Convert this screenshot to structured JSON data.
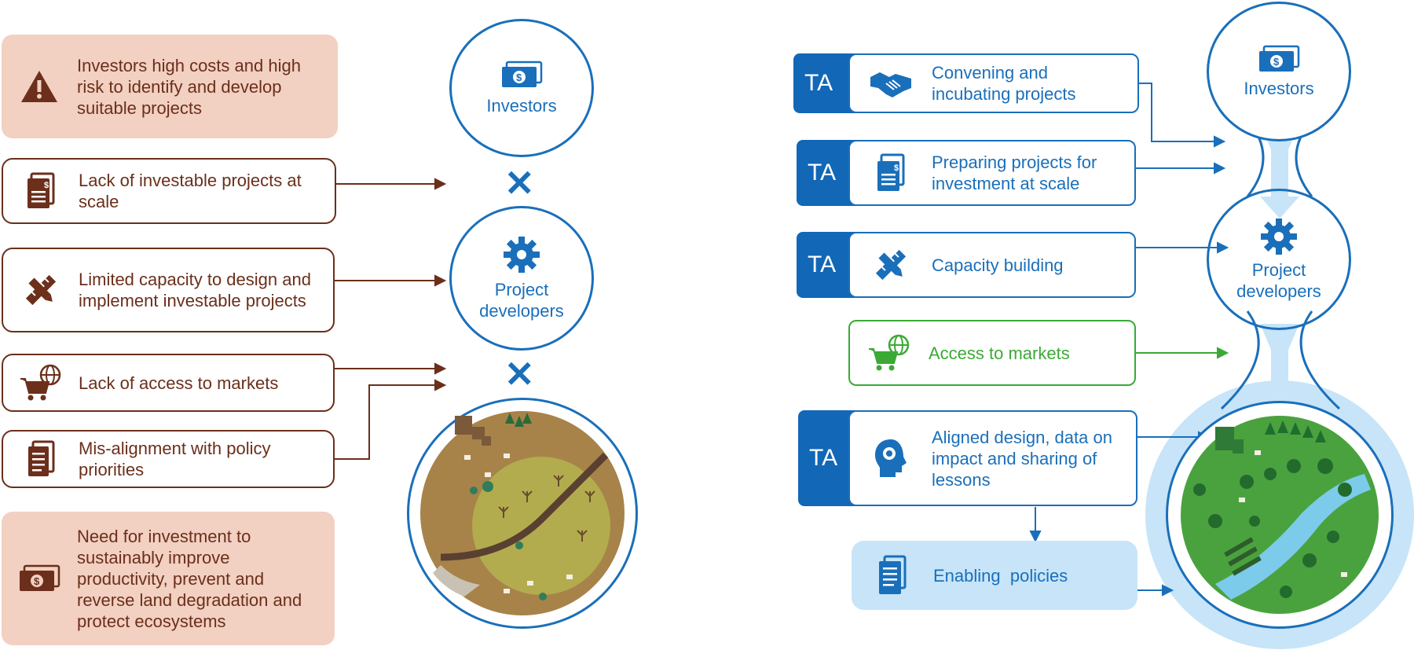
{
  "left": {
    "boxes": [
      {
        "text": "Investors high costs and high risk to identify and develop suitable projects",
        "icon": "warning-icon"
      },
      {
        "text": "Lack of investable projects at scale",
        "icon": "invoice-document-icon"
      },
      {
        "text": "Limited capacity to design and implement investable projects",
        "icon": "pencil-ruler-icon"
      },
      {
        "text": "Lack of access to markets",
        "icon": "cart-globe-icon"
      },
      {
        "text": "Mis-alignment with policy priorities",
        "icon": "document-icon"
      },
      {
        "text": "Need for investment to sustainably improve productivity, prevent and reverse land degradation and protect ecosystems",
        "icon": "money-icon"
      }
    ],
    "circles": {
      "investors": "Investors",
      "developers": "Project developers"
    },
    "blocker_symbol": "✕"
  },
  "right": {
    "ta_label": "TA",
    "boxes": [
      {
        "text": "Convening and incubating projects",
        "icon": "handshake-icon"
      },
      {
        "text": "Preparing projects for investment at scale",
        "icon": "invoice-document-icon"
      },
      {
        "text": "Capacity building",
        "icon": "pencil-ruler-icon"
      },
      {
        "text": "Access to markets",
        "icon": "cart-globe-icon"
      },
      {
        "text": "Aligned design, data on impact and sharing of lessons",
        "icon": "head-gear-icon"
      },
      {
        "text": "Enabling  policies",
        "icon": "document-icon"
      }
    ],
    "circles": {
      "investors": "Investors",
      "developers": "Project developers"
    }
  },
  "colors": {
    "brown": "#6b2f1b",
    "peach": "#f2d0c2",
    "blue": "#1a6fba",
    "ta_blue": "#1267b6",
    "green": "#3aaa35",
    "light_blue": "#c7e4f8"
  }
}
